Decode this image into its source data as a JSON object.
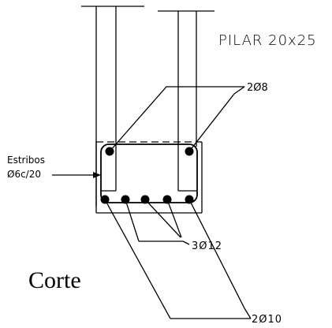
{
  "title": "PILAR 20x25",
  "labels": {
    "top_bars": "2Ø8",
    "stirrups_line1": "Estribos",
    "stirrups_line2": "Ø6c/20",
    "middle_bars": "3Ø12",
    "bottom_bars": "2Ø10",
    "section": "Corte"
  }
}
